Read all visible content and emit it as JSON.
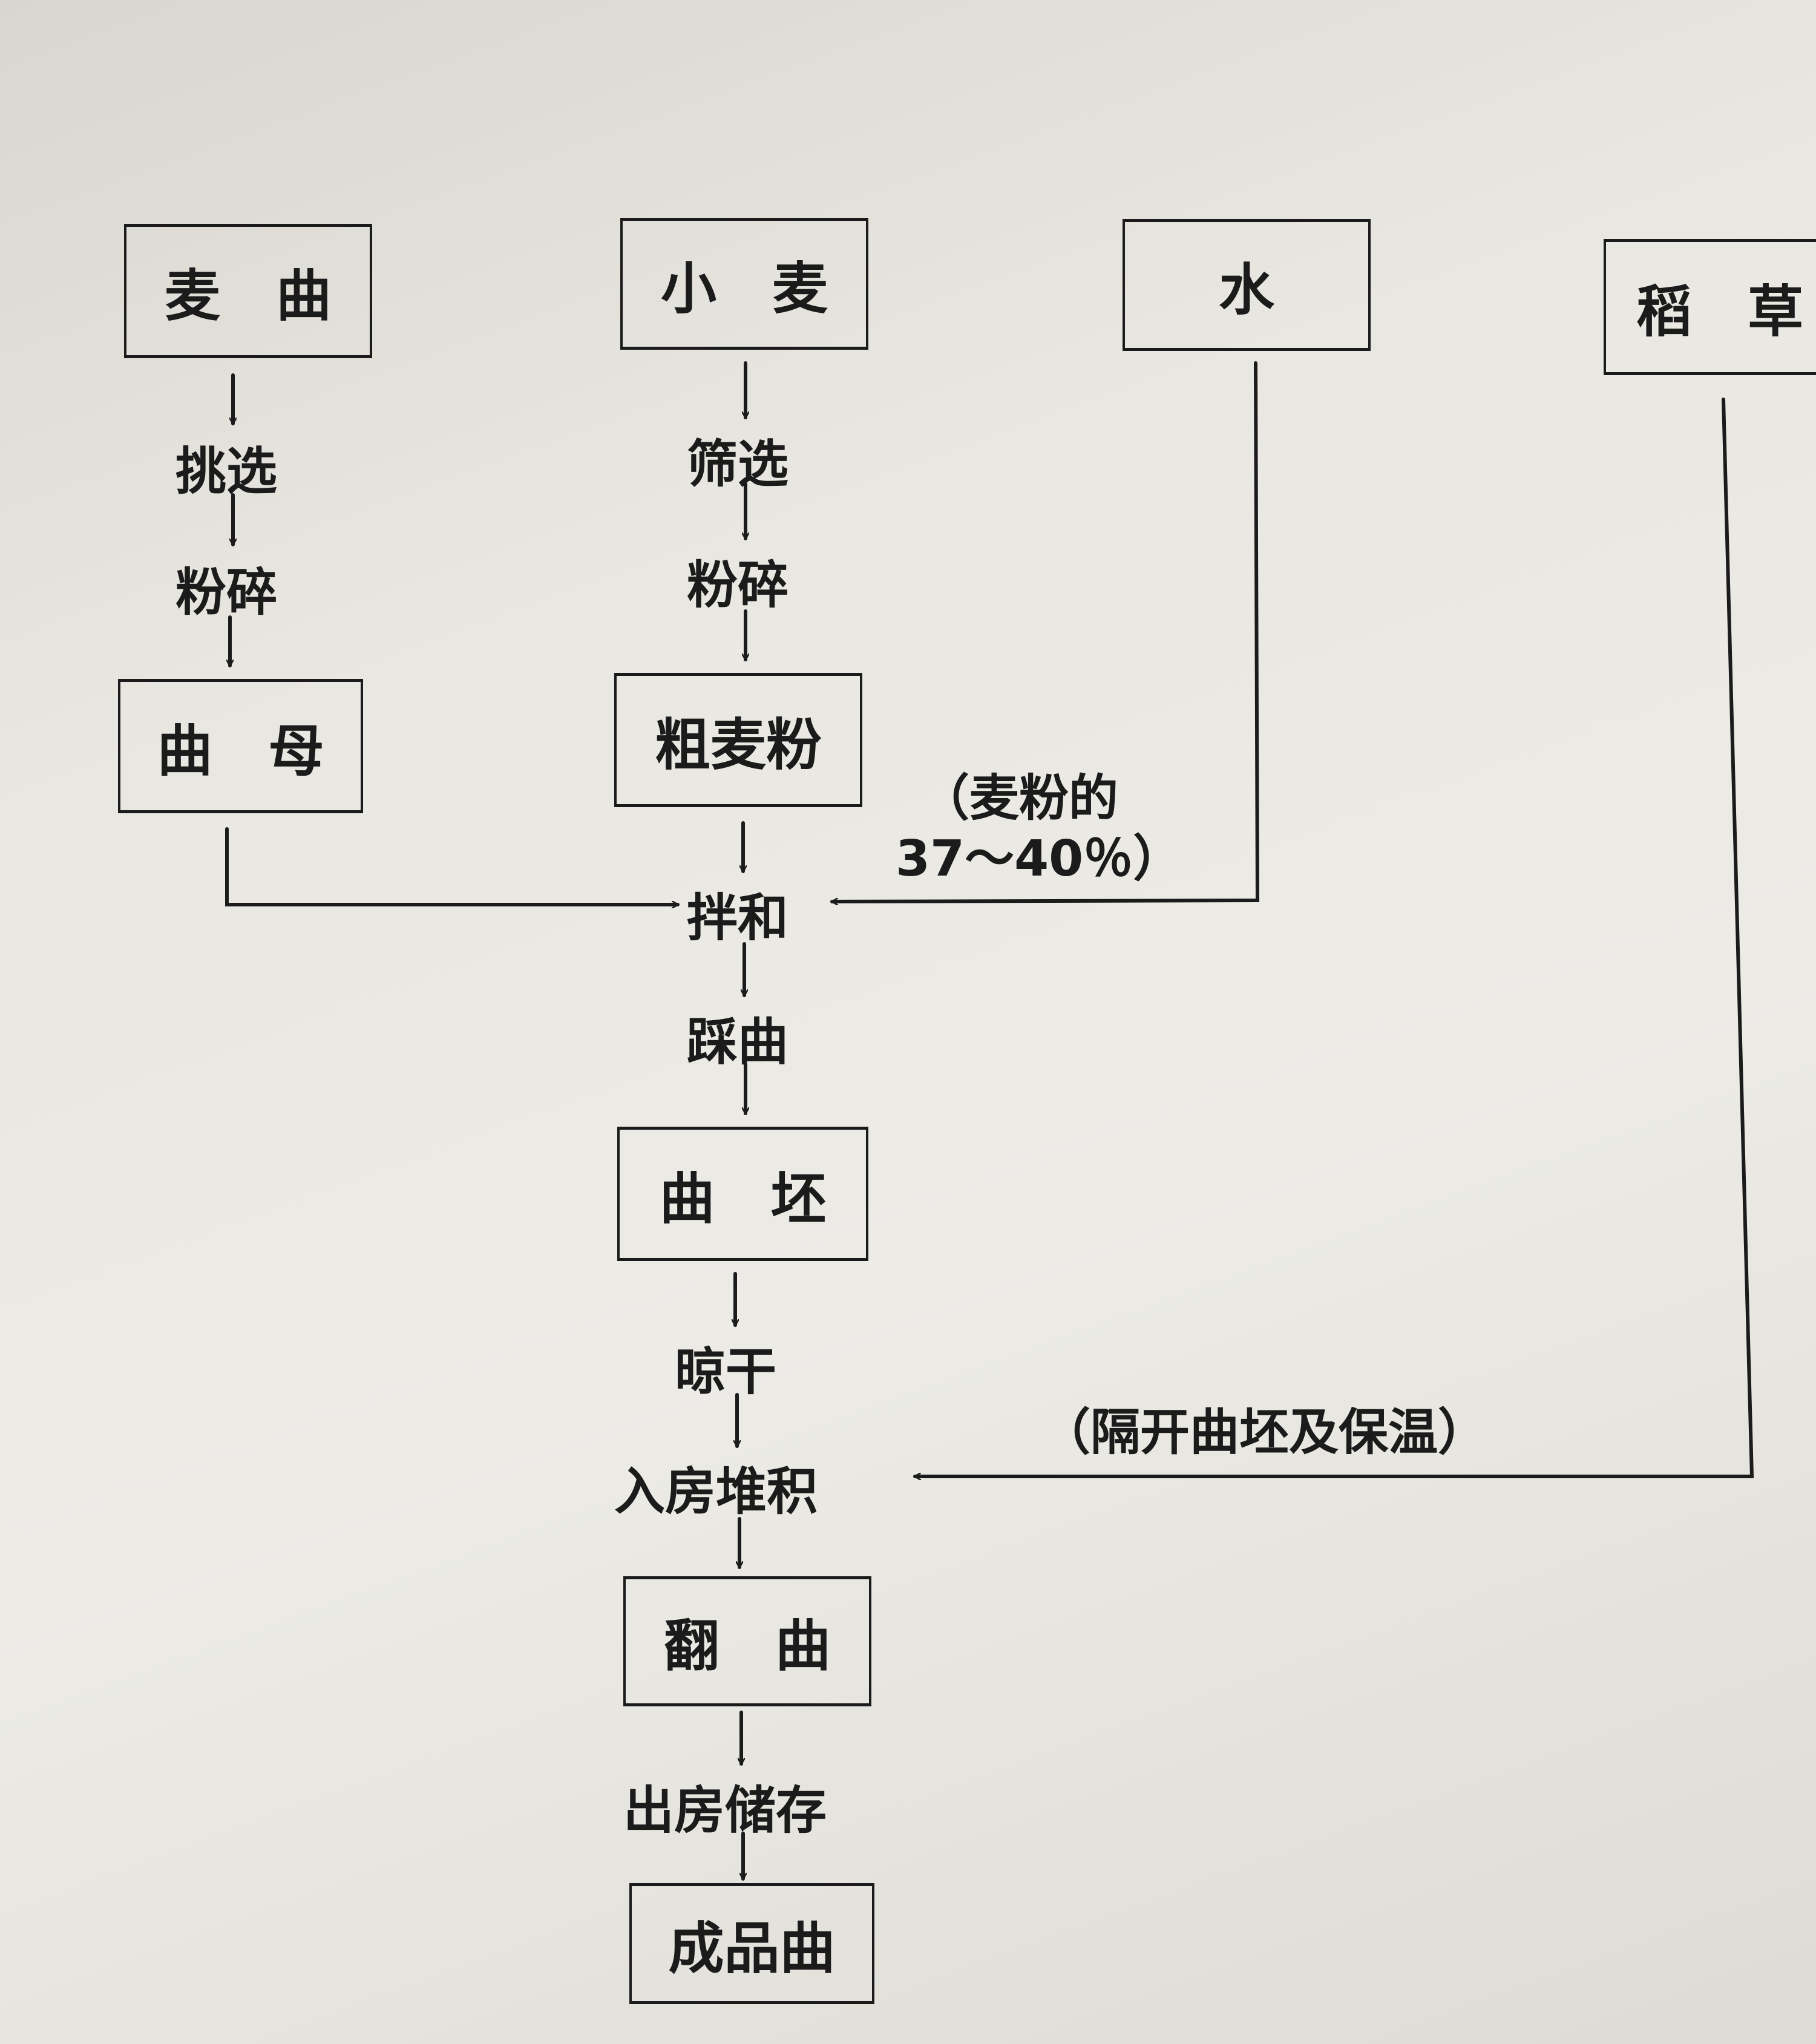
{
  "boxes": {
    "maiqu": "麦　曲",
    "xiaomai": "小　麦",
    "shui": "水",
    "daocao": "稻　草",
    "qumu": "曲　母",
    "cumaifen": "粗麦粉",
    "qupi": "曲　坯",
    "fanqu": "翻　曲",
    "chengpinqu": "成品曲"
  },
  "steps": {
    "tiaoxuan": "挑选",
    "fensui_left": "粉碎",
    "shaixuan": "筛选",
    "fensui_center": "粉碎",
    "banhe": "拌和",
    "caiqu": "踩曲",
    "lianggan": "晾干",
    "rufang": "入房堆积",
    "chufang": "出房储存"
  },
  "notes": {
    "water_line1": "（麦粉的",
    "water_line2": "37～40％）",
    "straw": "（隔开曲坯及保温）"
  }
}
